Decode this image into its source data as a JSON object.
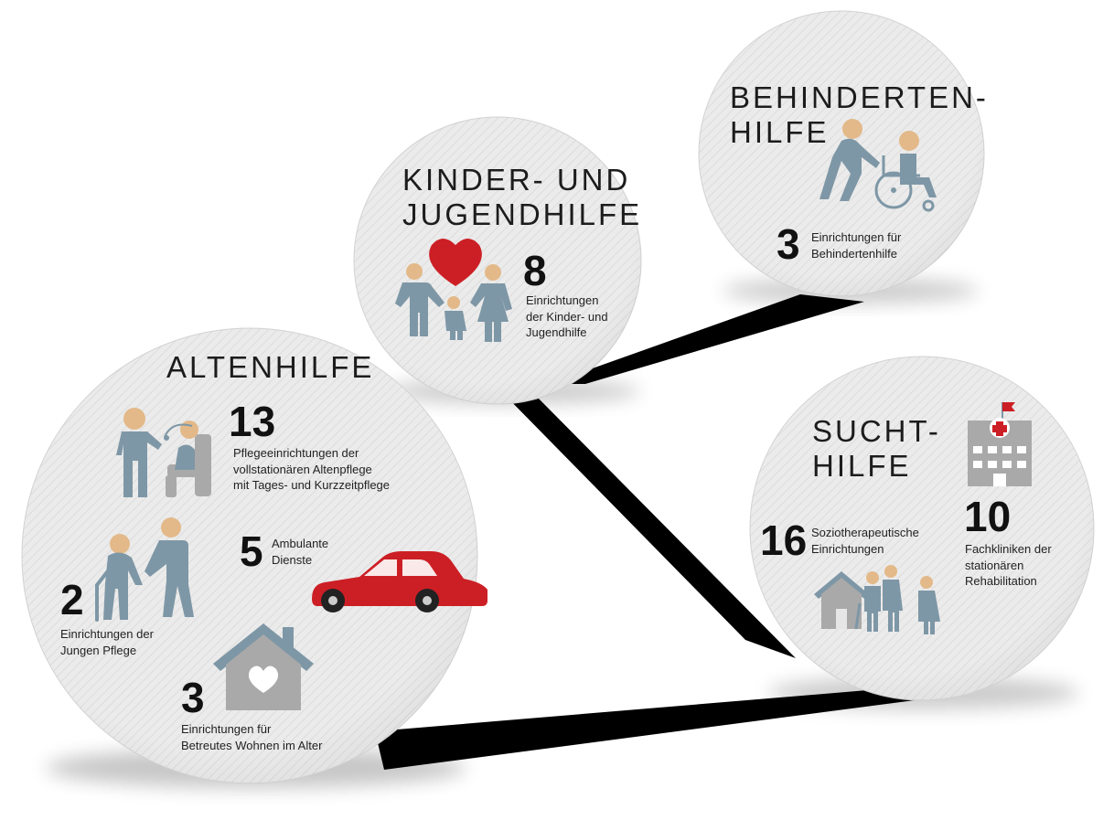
{
  "theme": {
    "circle_fill": "#e6e6e6",
    "figure_color": "#7e97a6",
    "skin_color": "#e3b989",
    "accent_red": "#cc1f25",
    "building_grey": "#a9a9a9",
    "connector_color": "#000000"
  },
  "altenhilfe": {
    "title": "ALTENHILFE",
    "pflege": {
      "count": "13",
      "line1": "Pflegeeinrichtungen der",
      "line2": "vollstationären Altenpflege",
      "line3": "mit Tages- und Kurzzeitpflege",
      "icon": "caregiver-senior-icon"
    },
    "junge_pflege": {
      "count": "2",
      "line1": "Einrichtungen der",
      "line2": "Jungen Pflege",
      "icon": "senior-walking-icon"
    },
    "ambulant": {
      "count": "5",
      "line1": "Ambulante",
      "line2": "Dienste",
      "icon": "car-icon"
    },
    "betreutes_wohnen": {
      "count": "3",
      "line1": "Einrichtungen für",
      "line2": "Betreutes Wohnen im Alter",
      "icon": "house-heart-icon"
    }
  },
  "kinder": {
    "title_line1": "KINDER- UND",
    "title_line2": "JUGENDHILFE",
    "count": "8",
    "line1": "Einrichtungen",
    "line2": "der Kinder- und",
    "line3": "Jugendhilfe",
    "icon": "family-heart-icon"
  },
  "behinderten": {
    "title_line1": "BEHINDERTEN-",
    "title_line2": "HILFE",
    "count": "3",
    "line1": "Einrichtungen für",
    "line2": "Behindertenhilfe",
    "icon": "wheelchair-icon"
  },
  "sucht": {
    "title_line1": "SUCHT-",
    "title_line2": "HILFE",
    "sozio": {
      "count": "16",
      "line1": "Soziotherapeutische",
      "line2": "Einrichtungen",
      "icon": "house-people-icon"
    },
    "kliniken": {
      "count": "10",
      "line1": "Fachkliniken der",
      "line2": "stationären",
      "line3": "Rehabilitation",
      "icon": "hospital-icon"
    }
  }
}
